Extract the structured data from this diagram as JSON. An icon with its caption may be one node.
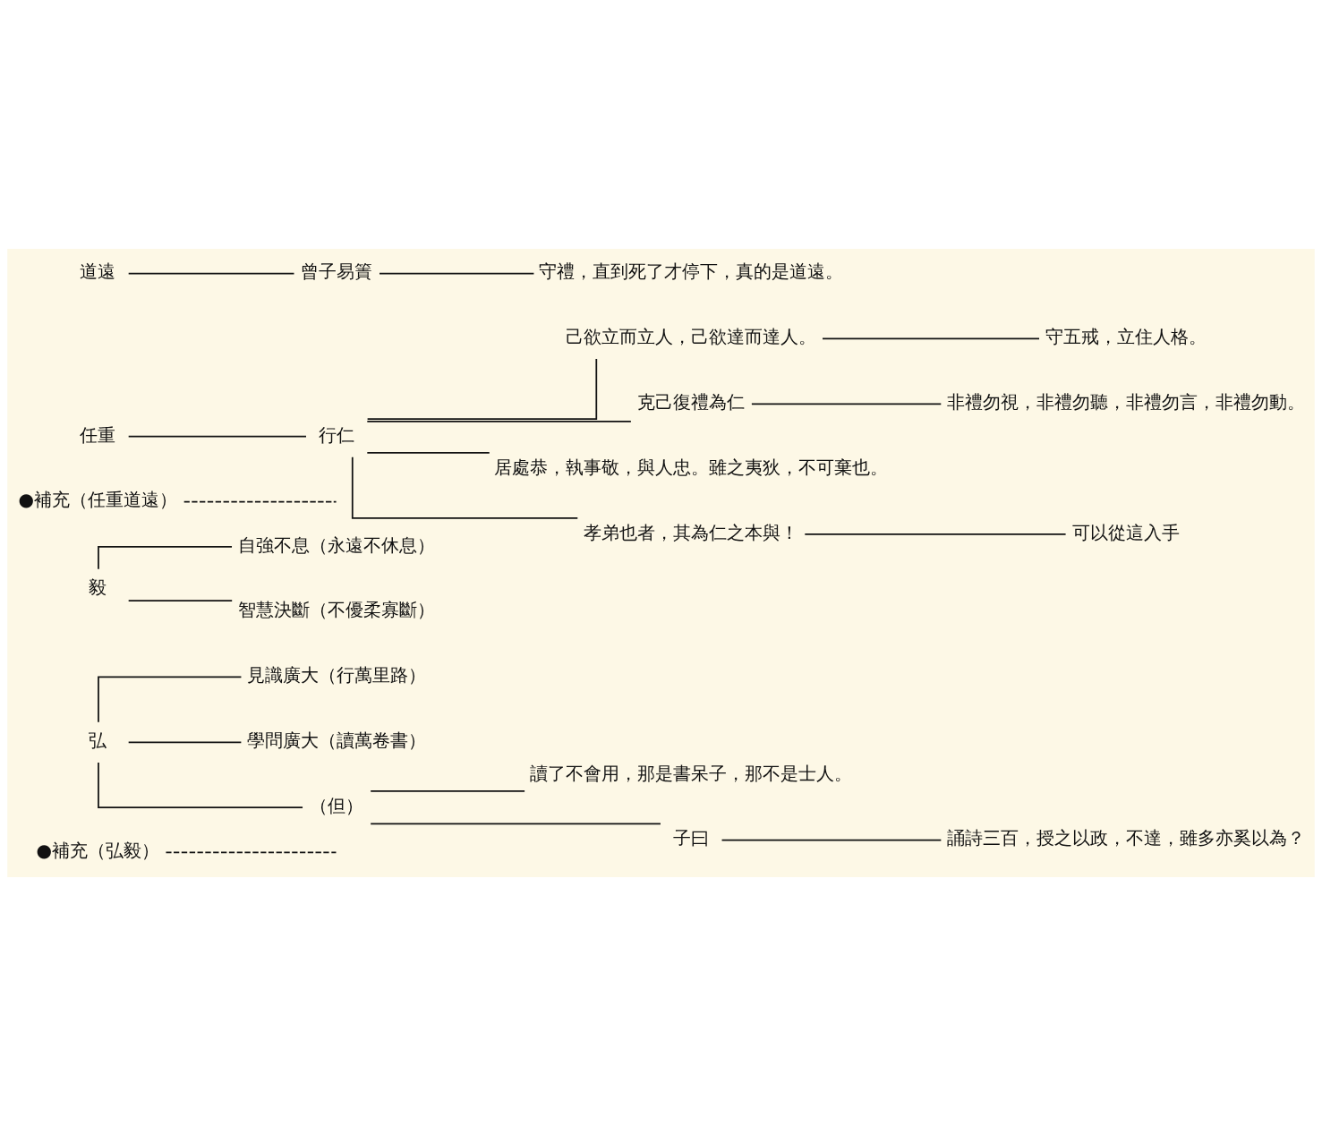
{
  "diagram": {
    "nodes": [
      {
        "text": [
          "●補充（弘毅）"
        ]
      },
      {
        "text": [
          "弘"
        ]
      },
      {
        "text": [
          "見識廣大（行萬里路）"
        ]
      },
      {
        "text": [
          "學問廣大（讀萬卷書）"
        ]
      },
      {
        "text": [
          "（但）"
        ]
      },
      {
        "text": [
          "讀了不會用，那是書呆子，那不是士人。"
        ]
      },
      {
        "text": [
          "子曰"
        ]
      },
      {
        "text": [
          "誦詩三百，授之以政，不達，雖多亦奚以為？"
        ]
      },
      {
        "text": [
          "毅"
        ]
      },
      {
        "text": [
          "自強不息（永遠不休息）"
        ]
      },
      {
        "text": [
          "智慧決斷（不優柔寡斷）"
        ]
      },
      {
        "text": [
          "●補充（任重道遠）"
        ]
      },
      {
        "text": [
          "任重"
        ]
      },
      {
        "text": [
          "行仁"
        ]
      },
      {
        "text": [
          "己欲立而立人，己欲達而達人。"
        ]
      },
      {
        "text": [
          "守五戒，立住人格。"
        ]
      },
      {
        "text": [
          "克己復禮為仁"
        ]
      },
      {
        "text": [
          "非禮勿視，非禮勿聽，非禮勿言，非禮勿動。"
        ]
      },
      {
        "text": [
          "居處恭，執事敬，與人忠。雖之夷狄，不可棄也。"
        ]
      },
      {
        "text": [
          "孝弟也者，其為仁之本與！"
        ]
      },
      {
        "text": [
          "可以從這入手"
        ]
      },
      {
        "text": [
          "道遠"
        ]
      },
      {
        "text": [
          "曾子易簀"
        ]
      },
      {
        "text": [
          "守禮，直到死了才停下，真的是道遠。"
        ]
      }
    ],
    "edges": [
      {
        "from": 0,
        "to": null,
        "arrow": "none",
        "style": "dashed"
      },
      {
        "from": 1,
        "to": 2,
        "arrow": "none"
      },
      {
        "from": 1,
        "to": 3,
        "arrow": "none"
      },
      {
        "from": 1,
        "to": 4,
        "arrow": "none"
      },
      {
        "from": 4,
        "to": 5,
        "arrow": "none"
      },
      {
        "from": 4,
        "to": 6,
        "arrow": "none"
      },
      {
        "from": 6,
        "to": 7,
        "arrow": "none"
      },
      {
        "from": 8,
        "to": 9,
        "arrow": "none"
      },
      {
        "from": 8,
        "to": 10,
        "arrow": "none"
      },
      {
        "from": 11,
        "to": null,
        "arrow": "none",
        "style": "dashed"
      },
      {
        "from": 12,
        "to": 13,
        "arrow": "none"
      },
      {
        "from": 13,
        "to": 14,
        "arrow": "none"
      },
      {
        "from": 13,
        "to": 16,
        "arrow": "none"
      },
      {
        "from": 13,
        "to": 18,
        "arrow": "none"
      },
      {
        "from": 13,
        "to": 19,
        "arrow": "none"
      },
      {
        "from": 14,
        "to": 15,
        "arrow": "none"
      },
      {
        "from": 16,
        "to": 17,
        "arrow": "none"
      },
      {
        "from": 19,
        "to": 20,
        "arrow": "none"
      },
      {
        "from": 21,
        "to": 22,
        "arrow": "none"
      },
      {
        "from": 22,
        "to": 23,
        "arrow": "none"
      }
    ]
  }
}
